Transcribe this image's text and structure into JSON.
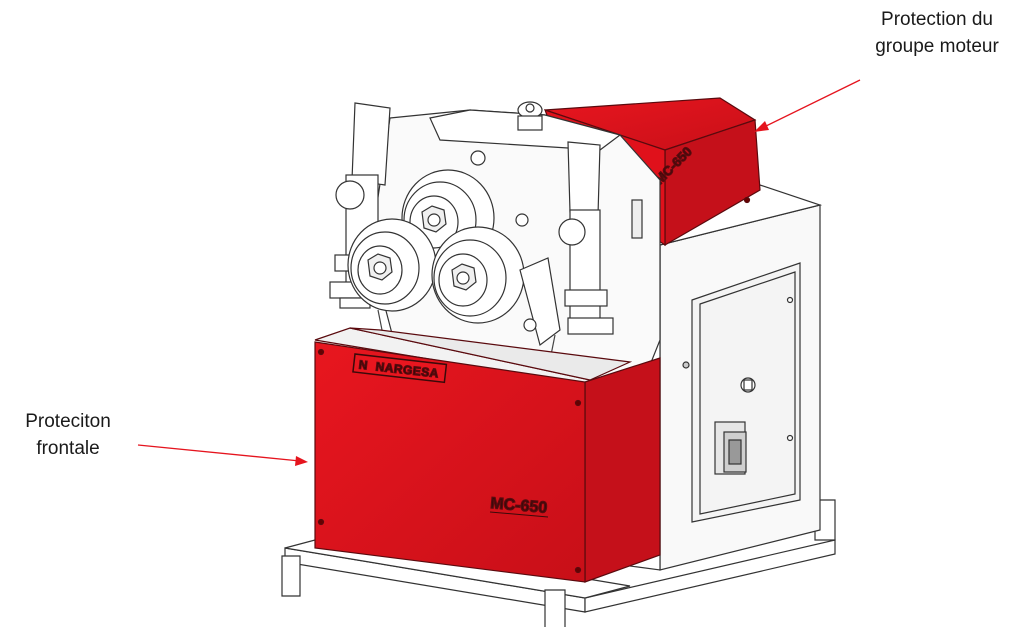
{
  "labels": {
    "motor_guard": {
      "line1": "Protection du",
      "line2": "groupe moteur"
    },
    "front_guard": {
      "line1": "Proteciton",
      "line2": "frontale"
    }
  },
  "machine": {
    "brand": "NARGESA",
    "model_front": "MC-650",
    "model_top": "MC-650"
  },
  "colors": {
    "guard_red": "#e0111b",
    "guard_red_dark": "#b30d15",
    "arrow": "#e5141e",
    "outline": "#333333",
    "body": "#f7f7f7"
  }
}
